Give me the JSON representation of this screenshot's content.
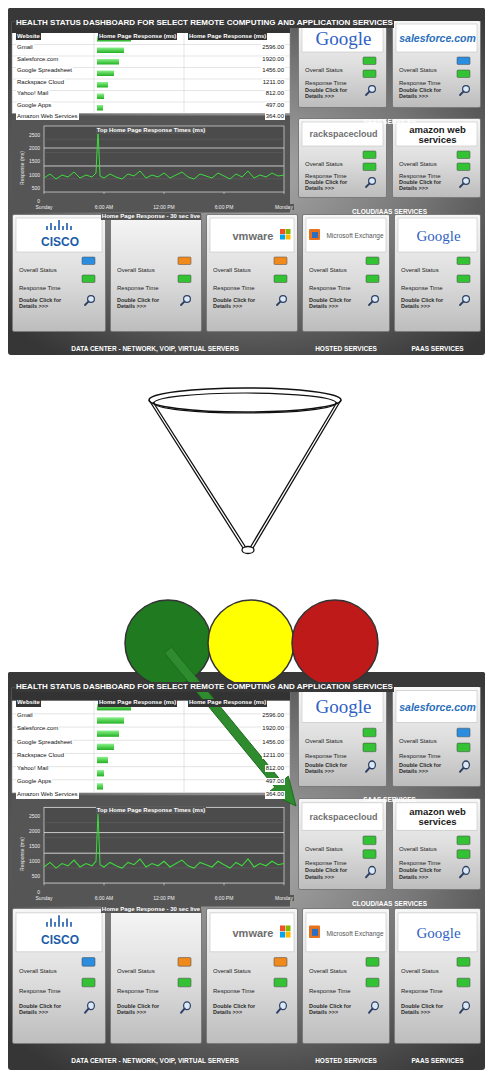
{
  "diagram": {
    "nodes": [
      {
        "text": [
          "HEALTH STATUS DASHBOARD FOR SELECT REMOTE COMPUTING AND APPLICATION SERVICES"
        ]
      },
      {
        "text": [
          "Google",
          "Overall Status",
          "Response Time",
          "Double Click for Details >>>"
        ],
        "in": 0
      },
      {
        "text": [
          "salesforce.com",
          "Overall Status",
          "Response Time",
          "Double Click for Details >>>"
        ],
        "in": 0
      },
      {
        "text": [
          "rackspacecloud",
          "Overall Status",
          "Response Time",
          "Double Click for Details >>>"
        ],
        "in": 0
      },
      {
        "text": [
          "amazon web services",
          "Overall Status",
          "Response Time",
          "Double Click for Details >>>"
        ],
        "in": 0
      },
      {
        "text": [
          "CISCO",
          "Overall Status",
          "Response Time",
          "Double Click for Details >>>"
        ],
        "in": 0
      },
      {
        "text": [
          "Overall Status",
          "Response Time",
          "Double Click for Details >>>"
        ],
        "in": 0
      },
      {
        "text": [
          "vmware",
          "Overall Status",
          "Response Time",
          "Double Click for Details >>>"
        ],
        "in": 0
      },
      {
        "text": [
          "Microsoft Exchange",
          "Overall Status",
          "Response Time",
          "Double Click for Details >>>"
        ],
        "in": 0
      },
      {
        "text": [
          "Google",
          "Overall Status",
          "Response Time",
          "Double Click for Details >>>"
        ],
        "in": 0
      },
      {
        "text": [
          "HEALTH STATUS DASHBOARD FOR SELECT REMOTE COMPUTING AND APPLICATION SERVICES"
        ]
      },
      {
        "text": [
          "Google",
          "Overall Status",
          "Response Time",
          "Double Click for Details >>>"
        ],
        "in": 10
      },
      {
        "text": [
          "salesforce.com",
          "Overall Status",
          "Response Time",
          "Double Click for Details >>>"
        ],
        "in": 10
      },
      {
        "text": [
          "rackspacecloud",
          "Overall Status",
          "Response Time",
          "Double Click for Details >>>"
        ],
        "in": 10
      },
      {
        "text": [
          "amazon web services",
          "Overall Status",
          "Response Time",
          "Double Click for Details >>>"
        ],
        "in": 10
      },
      {
        "text": [
          "CISCO",
          "Overall Status",
          "Response Time",
          "Double Click for Details >>>"
        ],
        "in": 10
      },
      {
        "text": [
          "Overall Status",
          "Response Time",
          "Double Click for Details >>>"
        ],
        "in": 10
      },
      {
        "text": [
          "vmware",
          "Overall Status",
          "Response Time",
          "Double Click for Details >>>"
        ],
        "in": 10
      },
      {
        "text": [
          "Microsoft Exchange",
          "Overall Status",
          "Response Time",
          "Double Click for Details >>>"
        ],
        "in": 10
      },
      {
        "text": [
          "Google",
          "Overall Status",
          "Response Time",
          "Double Click for Details >>>"
        ],
        "in": 10
      }
    ],
    "labels": [
      "Website",
      "Home Page Response (ms)",
      "Home Page Response (ms)",
      "Gmail",
      "Salesforce.com",
      "Google Spreadsheet",
      "Rackspace Cloud",
      "Yahoo! Mail",
      "Google Apps",
      "Amazon Web Services",
      "2596.00",
      "1920.00",
      "1456.00",
      "1211.00",
      "812.00",
      "497.00",
      "364.00",
      "Top Home Page Response Times (ms)",
      "2500",
      "2000",
      "1500",
      "1000",
      "500",
      "0",
      "Response (ms)",
      "Sunday",
      "6:00 AM",
      "12:00 PM",
      "6:00 PM",
      "Monday",
      "Home Page Response - 30 sec live",
      "SAAS SERVICES",
      "CLOUD/IAAS SERVICES",
      "DATA CENTER - NETWORK, VOIP, VIRTUAL SERVERS",
      "HOSTED SERVICES",
      "PAAS SERVICES",
      "Website",
      "Home Page Response (ms)",
      "Home Page Response (ms)",
      "Gmail",
      "Salesforce.com",
      "Google Spreadsheet",
      "Rackspace Cloud",
      "Yahoo! Mail",
      "Google Apps",
      "Amazon Web Services",
      "2596.00",
      "1920.00",
      "1456.00",
      "1211.00",
      "812.00",
      "497.00",
      "364.00",
      "Top Home Page Response Times (ms)",
      "2500",
      "2000",
      "1500",
      "1000",
      "500",
      "0",
      "Response (ms)",
      "Sunday",
      "6:00 AM",
      "12:00 PM",
      "6:00 PM",
      "Monday",
      "Home Page Response - 30 sec live",
      "SAAS SERVICES",
      "CLOUD/IAAS SERVICES",
      "DATA CENTER - NETWORK, VOIP, VIRTUAL SERVERS",
      "HOSTED SERVICES",
      "PAAS SERVICES"
    ]
  }
}
